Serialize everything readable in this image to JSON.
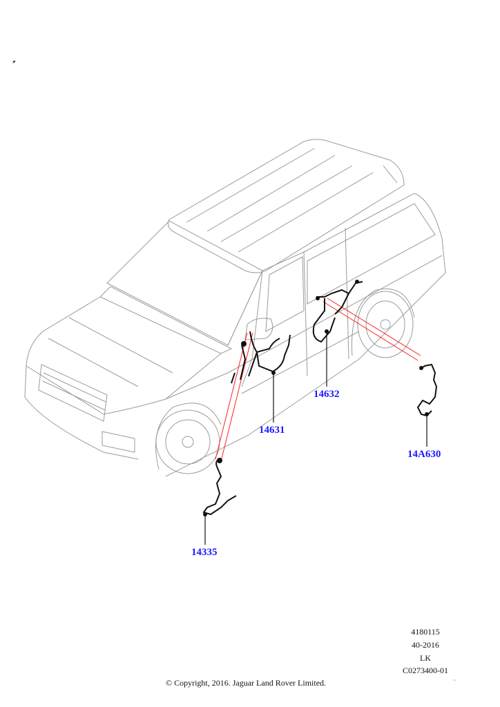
{
  "callouts": {
    "front_door_harness": "14631",
    "rear_door_harness": "14632",
    "tailgate_harness": "14A630",
    "mirror_harness": "14335"
  },
  "meta": {
    "code1": "4180115",
    "code2": "40-2016",
    "code3": "LK",
    "illustration_id": "C0273400-01"
  },
  "copyright": "© Copyright, 2016. Jaguar Land Rover Limited.",
  "colors": {
    "callout": "#1a1aff",
    "leader": "#ff0000",
    "outline": "#9a9a9a"
  }
}
